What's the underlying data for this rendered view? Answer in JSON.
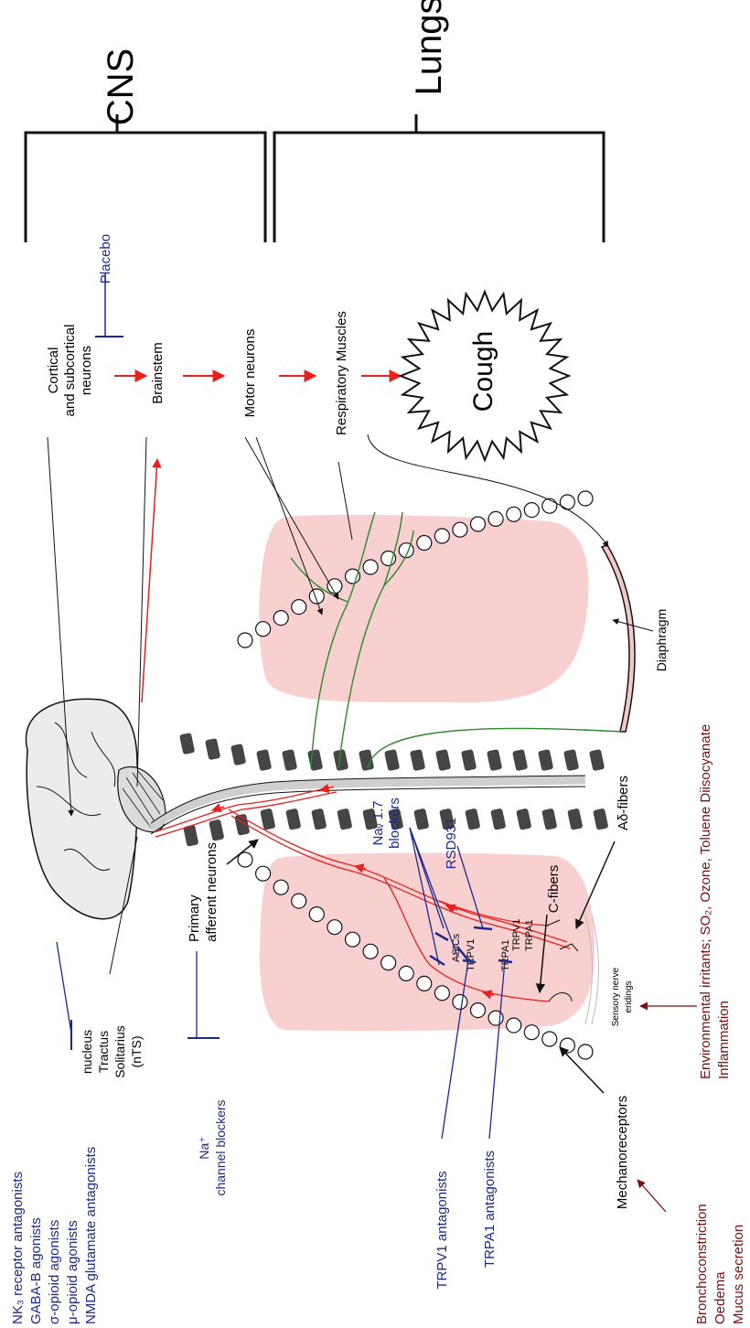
{
  "headers": {
    "cns": "CNS",
    "lungs": "Lungs"
  },
  "pathway": {
    "cortical_line1": "Cortical",
    "cortical_line2": "and subcortical",
    "cortical_line3": "neurons",
    "brainstem": "Brainstem",
    "motor_neurons": "Motor neurons",
    "respiratory_muscles": "Respiratory Muscles",
    "cough": "Cough"
  },
  "placebo": "Placebo",
  "central_drugs": [
    "NK₃ receptor antagonists",
    "GABA-B agonists",
    "σ-opioid agonists",
    "μ-opioid agonists",
    "NMDA glutamate antagonists"
  ],
  "nts": [
    "nucleus",
    "Tractus",
    "Solitarius",
    "(nTS)"
  ],
  "na_blockers": [
    "Na⁺",
    "channel blockers"
  ],
  "primary_afferent": [
    "Primary",
    "afferent neurons"
  ],
  "nav_blockers": [
    "Naᵥ 1.7",
    "blockers"
  ],
  "rsd931": "RSD931",
  "receptor_tags": {
    "asics": "ASICs",
    "trpv1": "TRPV1",
    "trpa1": "TRPA1"
  },
  "fibers": {
    "ad": "Aδ-fibers",
    "c": "C-fibers"
  },
  "sensory_endings": [
    "Sensory nerve",
    "endings"
  ],
  "diaphragm": "Diaphragm",
  "mechanoreceptors": "Mechanoreceptors",
  "trpv1_antagonists": "TRPV1 antagonists",
  "trpa1_antagonists": "TRPA1 antagonists",
  "irritants": [
    "Environmental irritants; SO₂, Ozone, Toluene Diisocyanate",
    "Inflammation"
  ],
  "airway_events": [
    "Bronchoconstriction",
    "Oedema",
    "Mucus secretion"
  ],
  "colors": {
    "drug_blue": "#1a2a8c",
    "trigger_red": "#7a1010",
    "signal_red": "#e8201e",
    "lung_pink": "#f9d0d0",
    "motor_green": "#2c8a2c",
    "vertebra": "#454545"
  }
}
